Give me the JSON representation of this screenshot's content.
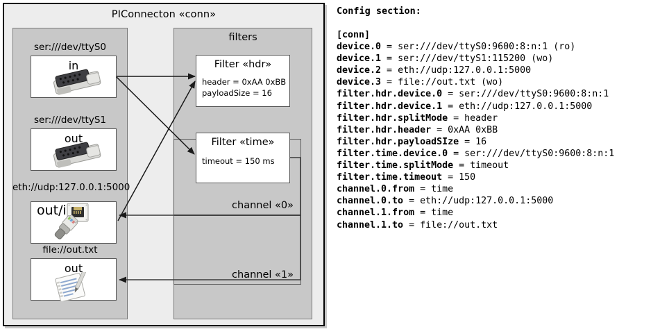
{
  "diagram": {
    "title": "PIConnecton «conn»",
    "devices_panel": {
      "name": "devices",
      "items": [
        {
          "caption": "ser:///dev/ttyS0",
          "label": "in",
          "icon": "serial-connector-icon"
        },
        {
          "caption": "ser:///dev/ttyS1",
          "label": "out",
          "icon": "serial-connector-icon"
        },
        {
          "caption": "eth://udp:127.0.0.1:5000",
          "label": "out/in",
          "icon": "network-plug-icon"
        },
        {
          "caption": "file://out.txt",
          "label": "out",
          "icon": "text-file-icon"
        }
      ]
    },
    "filters_panel": {
      "title": "filters",
      "filters": [
        {
          "title": "Filter «hdr»",
          "props": [
            "header = 0xAA 0xBB",
            "payloadSize = 16"
          ]
        },
        {
          "title": "Filter «time»",
          "props": [
            "timeout = 150 ms"
          ]
        }
      ]
    },
    "channels": [
      {
        "label": "channel «0»"
      },
      {
        "label": "channel «1»"
      }
    ]
  },
  "config": {
    "heading": "Config section:",
    "lines": [
      {
        "key": "[conn]",
        "value": ""
      },
      {
        "key": "device.0",
        "value": " = ser:///dev/ttyS0:9600:8:n:1 (ro)"
      },
      {
        "key": "device.1",
        "value": " = ser:///dev/ttyS1:115200 (wo)"
      },
      {
        "key": "device.2",
        "value": " = eth://udp:127.0.0.1:5000"
      },
      {
        "key": "device.3",
        "value": " = file://out.txt (wo)"
      },
      {
        "key": "filter.hdr.device.0",
        "value": " = ser:///dev/ttyS0:9600:8:n:1"
      },
      {
        "key": "filter.hdr.device.1",
        "value": " = eth://udp:127.0.0.1:5000"
      },
      {
        "key": "filter.hdr.splitMode",
        "value": " = header"
      },
      {
        "key": "filter.hdr.header",
        "value": " = 0xAA 0xBB"
      },
      {
        "key": "filter.hdr.payloadSIze",
        "value": " = 16"
      },
      {
        "key": "filter.time.device.0",
        "value": " = ser:///dev/ttyS0:9600:8:n:1"
      },
      {
        "key": "filter.time.splitMode",
        "value": " = timeout"
      },
      {
        "key": "filter.time.timeout",
        "value": " = 150"
      },
      {
        "key": "channel.0.from",
        "value": " = time"
      },
      {
        "key": "channel.0.to",
        "value": " = eth://udp:127.0.0.1:5000"
      },
      {
        "key": "channel.1.from",
        "value": " = time"
      },
      {
        "key": "channel.1.to",
        "value": " = file://out.txt"
      }
    ],
    "full_text": "[conn]\ndevice.0 = ser:///dev/ttyS0:9600:8:n:1 (ro)\ndevice.1 = ser:///dev/ttyS1:115200 (wo)\ndevice.2 = eth://udp:127.0.0.1:5000\ndevice.3 = file://out.txt (wo)\nfilter.hdr.device.0 = ser:///dev/ttyS0:9600:8:n:1\nfilter.hdr.device.1 = eth://udp:127.0.0.1:5000\nfilter.hdr.splitMode = header\nfilter.hdr.header = 0xAA 0xBB\nfilter.hdr.payloadSIze = 16\nfilter.time.device.0 = ser:///dev/ttyS0:9600:8:n:1\nfilter.time.splitMode = timeout\nfilter.time.timeout = 150\nchannel.0.from = time\nchannel.0.to = eth://udp:127.0.0.1:5000\nchannel.1.from = time\nchannel.1.to = file://out.txt"
  },
  "colors": {
    "page_background": "#ffffff",
    "outer_panel_fill": "#ededed",
    "sub_panel_fill": "#c8c8c8",
    "card_fill": "#ffffff",
    "outline_dark": "#000000",
    "outline_grey": "#585858",
    "text": "#000000"
  }
}
